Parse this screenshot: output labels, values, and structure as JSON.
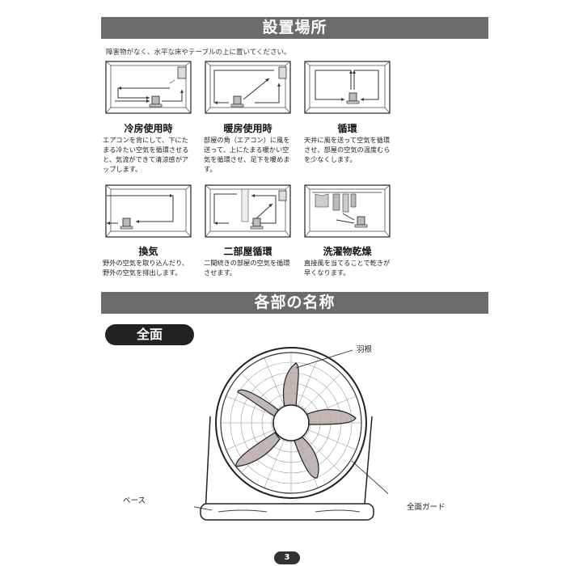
{
  "section1": {
    "title": "設置場所",
    "intro": "障害物がなく、水平な床やテーブルの上に置いてください。"
  },
  "panels": [
    {
      "title": "冷房使用時",
      "desc": "エアコンを背にして、下にたまる冷たい空気を循環させると、気流ができて清涼感がアップします。"
    },
    {
      "title": "暖房使用時",
      "desc": "部屋の角（エアコン）に風を送って、上にたまる暖かい空気を循環させ、足下を暖めます。"
    },
    {
      "title": "循環",
      "desc": "天井に風を送って空気を循環させ、部屋の空気の温度むらを少なくします。"
    },
    {
      "title": "換気",
      "desc": "野外の空気を取り込んだり、野外の空気を排出します。"
    },
    {
      "title": "二部屋循環",
      "desc": "二間続きの部屋の空気を循環させます。"
    },
    {
      "title": "洗濯物乾燥",
      "desc": "直接風を当てることで乾きが早くなります。"
    }
  ],
  "section2": {
    "title": "各部の名称"
  },
  "front": {
    "label": "全面"
  },
  "parts": {
    "blade": "羽根",
    "guard": "全面ガード",
    "base": "ベース"
  },
  "page": {
    "number": "3"
  }
}
